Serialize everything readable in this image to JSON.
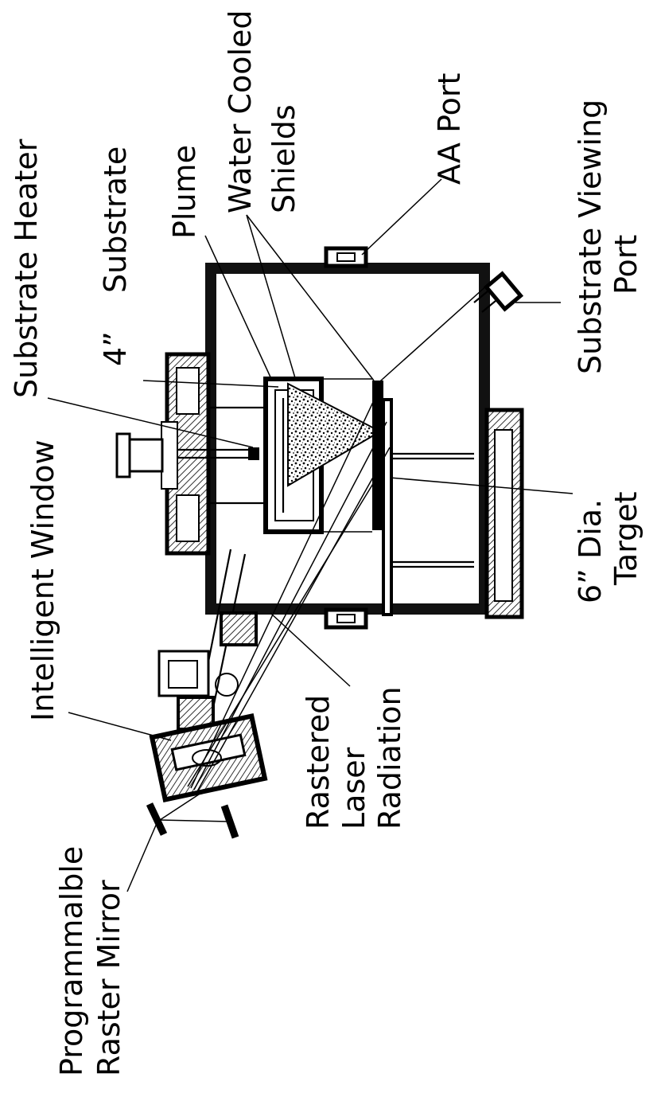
{
  "labels": {
    "programmable": "Programmalble",
    "raster_mirror": "Raster Mirror",
    "intelligent_window": "Intelligent Window",
    "rastered": "Rastered",
    "laser": "Laser",
    "radiation": "Radiation",
    "substrate_heater": "Substrate Heater",
    "four_inch": "4”",
    "substrate": "Substrate",
    "plume": "Plume",
    "water_cooled": "Water Cooled",
    "shields": "Shields",
    "aa_port": "AA Port",
    "substrate_viewing": "Substrate Viewing",
    "port": "Port",
    "six_inch_dia": "6” Dia.",
    "target": "Target"
  },
  "colors": {
    "ink": "#000000",
    "background": "#ffffff"
  }
}
